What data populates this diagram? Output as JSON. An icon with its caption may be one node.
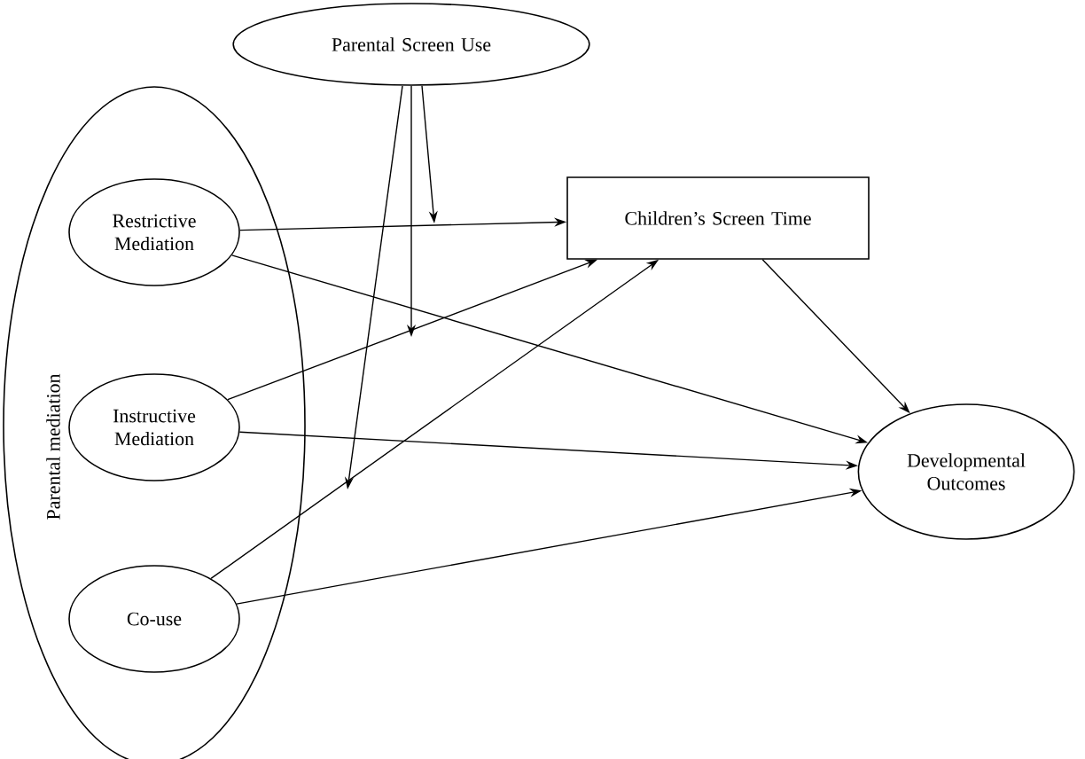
{
  "diagram": {
    "nodes": [
      {
        "text": [
          "Parental Screen  Use"
        ]
      },
      {
        "text": [
          "Parental mediation"
        ]
      },
      {
        "text": [
          "Restrictive Mediation"
        ],
        "in": 1
      },
      {
        "text": [
          "Instructive Mediation"
        ],
        "in": 1
      },
      {
        "text": [
          "Co-use"
        ],
        "in": 1
      },
      {
        "text": [
          "Children’s Screen Time"
        ]
      },
      {
        "text": [
          "Developmental Outcomes"
        ]
      }
    ],
    "edges": [
      {
        "from": 2,
        "to": 5,
        "arrow": "to"
      },
      {
        "from": 2,
        "to": 6,
        "arrow": "to"
      },
      {
        "from": 3,
        "to": 5,
        "arrow": "to"
      },
      {
        "from": 3,
        "to": 6,
        "arrow": "to"
      },
      {
        "from": 4,
        "to": 5,
        "arrow": "to"
      },
      {
        "from": 4,
        "to": 6,
        "arrow": "to"
      },
      {
        "from": 5,
        "to": 6,
        "arrow": "to"
      },
      {
        "from": 0,
        "to": null,
        "arrow": "to"
      },
      {
        "from": 0,
        "to": null,
        "arrow": "to"
      },
      {
        "from": 0,
        "to": null,
        "arrow": "to"
      }
    ]
  }
}
